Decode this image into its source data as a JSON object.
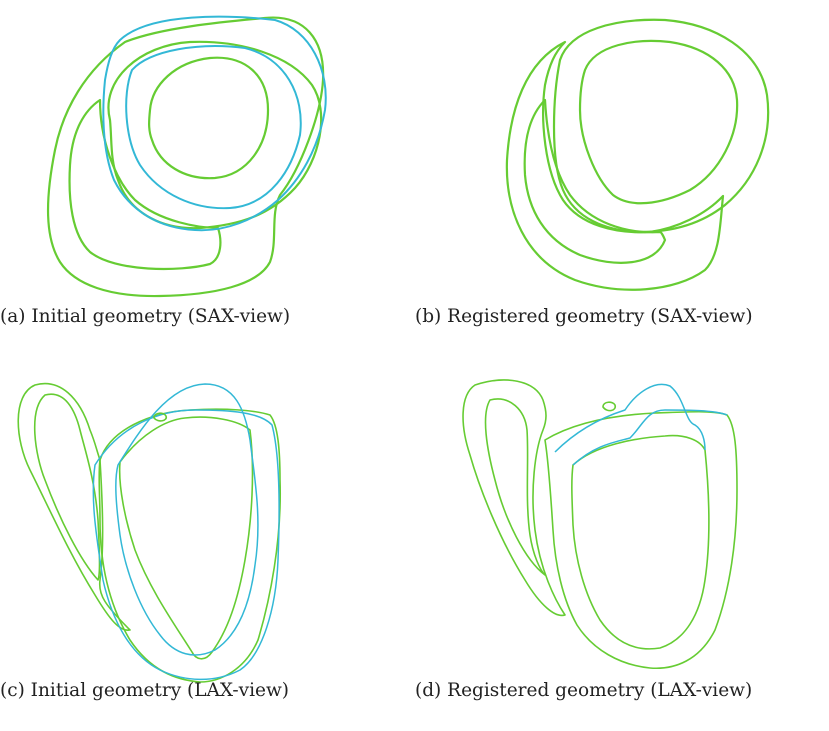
{
  "figure": {
    "colors": {
      "reference_contour": "#66cc33",
      "deformed_contour": "#33b8d6",
      "background": "#ffffff"
    },
    "panels": [
      {
        "id": "a",
        "caption": "(a) Initial geometry (SAX-view)",
        "view": "SAX",
        "state": "initial"
      },
      {
        "id": "b",
        "caption": "(b) Registered geometry (SAX-view)",
        "view": "SAX",
        "state": "registered"
      },
      {
        "id": "c",
        "caption": "(c) Initial geometry (LAX-view)",
        "view": "LAX",
        "state": "initial"
      },
      {
        "id": "d",
        "caption": "(d) Registered geometry (LAX-view)",
        "view": "LAX",
        "state": "registered"
      }
    ]
  }
}
